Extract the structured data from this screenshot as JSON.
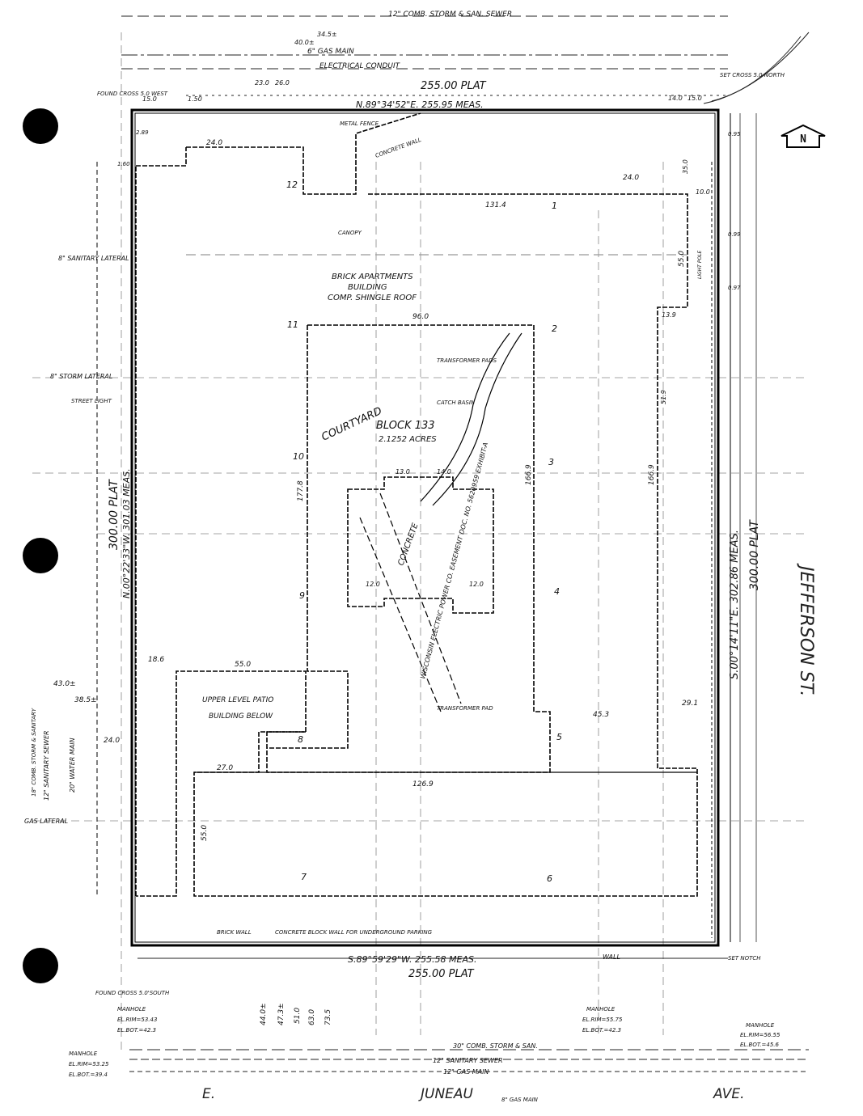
{
  "north_label": "N",
  "top_utilities": {
    "storm_sewer": "12\" COMB. STORM & SAN. SEWER",
    "gas_main": "6\" GAS MAIN",
    "electrical": "ELECTRICAL CONDUIT",
    "plat": "255.00 PLAT",
    "meas": "N.89°34'52\"E. 255.95 MEAS.",
    "set_cross": "SET CROSS 5.0 NORTH",
    "found_cross": "FOUND CROSS 5.0 WEST",
    "dims": [
      "15.0",
      "1.50",
      "23.0",
      "26.0",
      "40.0±",
      "34.5±",
      "14.0",
      "15.0"
    ]
  },
  "building": {
    "title_line1": "BRICK APARTMENTS",
    "title_line2": "BUILDING",
    "title_line3": "COMP. SHINGLE ROOF",
    "courtyard": "COURTYARD",
    "block": "BLOCK 133",
    "acres": "2.1252 ACRES",
    "upper_patio": "UPPER LEVEL PATIO",
    "building_below": "BUILDING BELOW",
    "metal_fence": "METAL FENCE",
    "concrete_wall": "CONCRETE WALL",
    "canopy": "CANOPY",
    "concrete": "CONCRETE",
    "transformer_pads": "TRANSFORMER PADS",
    "catch_basin": "CATCH BASIN",
    "transformer_pad": "TRANSFORMER PAD",
    "easement": "WISCONSIN ELECTRIC POWER CO. EASEMENT DOC. NO. 5620959 EXHIBIT-A",
    "sections": [
      "1",
      "2",
      "3",
      "4",
      "5",
      "6",
      "7",
      "8",
      "9",
      "10",
      "11",
      "12"
    ],
    "dims": [
      "96.0",
      "131.4",
      "177.8",
      "166.9",
      "166.9",
      "126.9",
      "55.0",
      "55.0",
      "45.3",
      "29.1",
      "24.0",
      "24.0",
      "13.0",
      "14.0",
      "12.0",
      "12.0",
      "18.6",
      "27.0",
      "55.0",
      "51.9",
      "13.9",
      "35.0",
      "10.0",
      "0.95",
      "0.99",
      "0.97"
    ]
  },
  "west_side": {
    "sanitary_lateral": "8\" SANITARY LATERAL",
    "storm_lateral": "8\" STORM LATERAL",
    "street_light": "STREET LIGHT",
    "plat": "300.00 PLAT",
    "meas": "N.00°22'33\"W. 301.03 MEAS.",
    "gas_lateral": "GAS LATERAL",
    "water_main": "20\" WATER MAIN",
    "sanitary_sewer": "12\" SANITARY SEWER",
    "comb_sewer": "18\" COMB. STORM & SANITARY",
    "dims": [
      "43.0±",
      "38.5±",
      "24.0",
      "1.60",
      "2.89"
    ]
  },
  "east_side": {
    "street": "JEFFERSON ST.",
    "meas": "S.00°14'11\"E. 302.86 MEAS.",
    "plat": "300.00 PLAT",
    "light_pole": "LIGHT POLE"
  },
  "bottom": {
    "meas": "S.89°59'29\"W. 255.58 MEAS.",
    "plat": "255.00 PLAT",
    "wall": "WALL",
    "concrete_block_wall": "CONCRETE BLOCK WALL FOR UNDERGROUND PARKING",
    "brick_wall": "BRICK WALL",
    "found_cross": "FOUND CROSS 5.0'SOUTH",
    "set_notch": "SET NOTCH",
    "manhole1": [
      "MANHOLE",
      "EL.RIM=53.43",
      "EL.BOT.=42.3"
    ],
    "manhole2": [
      "MANHOLE",
      "EL.RIM=53.25",
      "EL.BOT.=39.4"
    ],
    "manhole3": [
      "MANHOLE",
      "EL.RIM=55.75",
      "EL.BOT.=42.3"
    ],
    "manhole4": [
      "MANHOLE",
      "EL.RIM=56.55",
      "EL.BOT.=45.6"
    ],
    "sewer": "30\" COMB. STORM & SAN.",
    "sanitary": "12\" SANITARY SEWER",
    "gas": "12\" GAS MAIN",
    "gas_main2": "8\" GAS MAIN",
    "dims": [
      "44.0±",
      "47.3±",
      "51.0",
      "63.0",
      "73.5"
    ],
    "street_e": "E.",
    "street_name": "JUNEAU",
    "street_ave": "AVE."
  }
}
